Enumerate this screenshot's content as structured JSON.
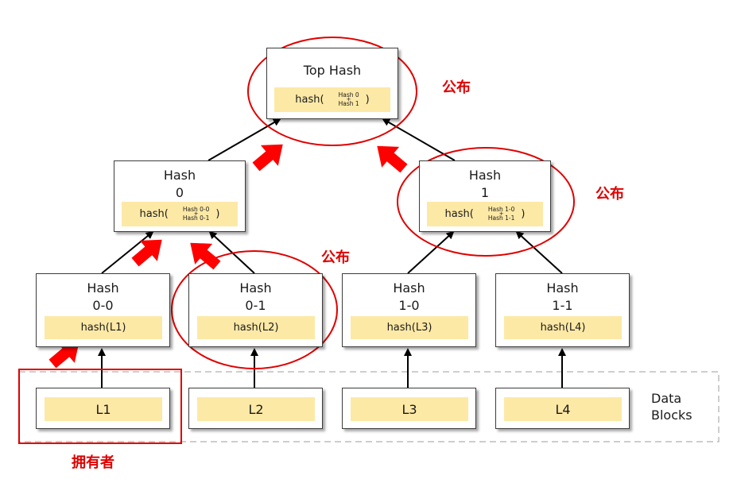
{
  "nodes": {
    "top": {
      "title": "Top Hash",
      "func": "hash(",
      "close": ")",
      "arg_a": "Hash 0",
      "plus": "+",
      "arg_b": "Hash 1"
    },
    "h0": {
      "title1": "Hash",
      "title2": "0",
      "func": "hash(",
      "close": ")",
      "arg_a": "Hash 0-0",
      "plus": "+",
      "arg_b": "Hash 0-1"
    },
    "h1": {
      "title1": "Hash",
      "title2": "1",
      "func": "hash(",
      "close": ")",
      "arg_a": "Hash 1-0",
      "plus": "+",
      "arg_b": "Hash 1-1"
    },
    "h00": {
      "title1": "Hash",
      "title2": "0-0",
      "expr": "hash(L1)"
    },
    "h01": {
      "title1": "Hash",
      "title2": "0-1",
      "expr": "hash(L2)"
    },
    "h10": {
      "title1": "Hash",
      "title2": "1-0",
      "expr": "hash(L3)"
    },
    "h11": {
      "title1": "Hash",
      "title2": "1-1",
      "expr": "hash(L4)"
    }
  },
  "data_blocks": {
    "label_line1": "Data",
    "label_line2": "Blocks",
    "items": [
      "L1",
      "L2",
      "L3",
      "L4"
    ]
  },
  "annotations": {
    "publish_top": "公布",
    "publish_h1": "公布",
    "publish_h01": "公布",
    "owner": "拥有者"
  },
  "colors": {
    "highlight": "#fde9a6",
    "annotation": "#e00000",
    "border": "#3c3c3c"
  }
}
